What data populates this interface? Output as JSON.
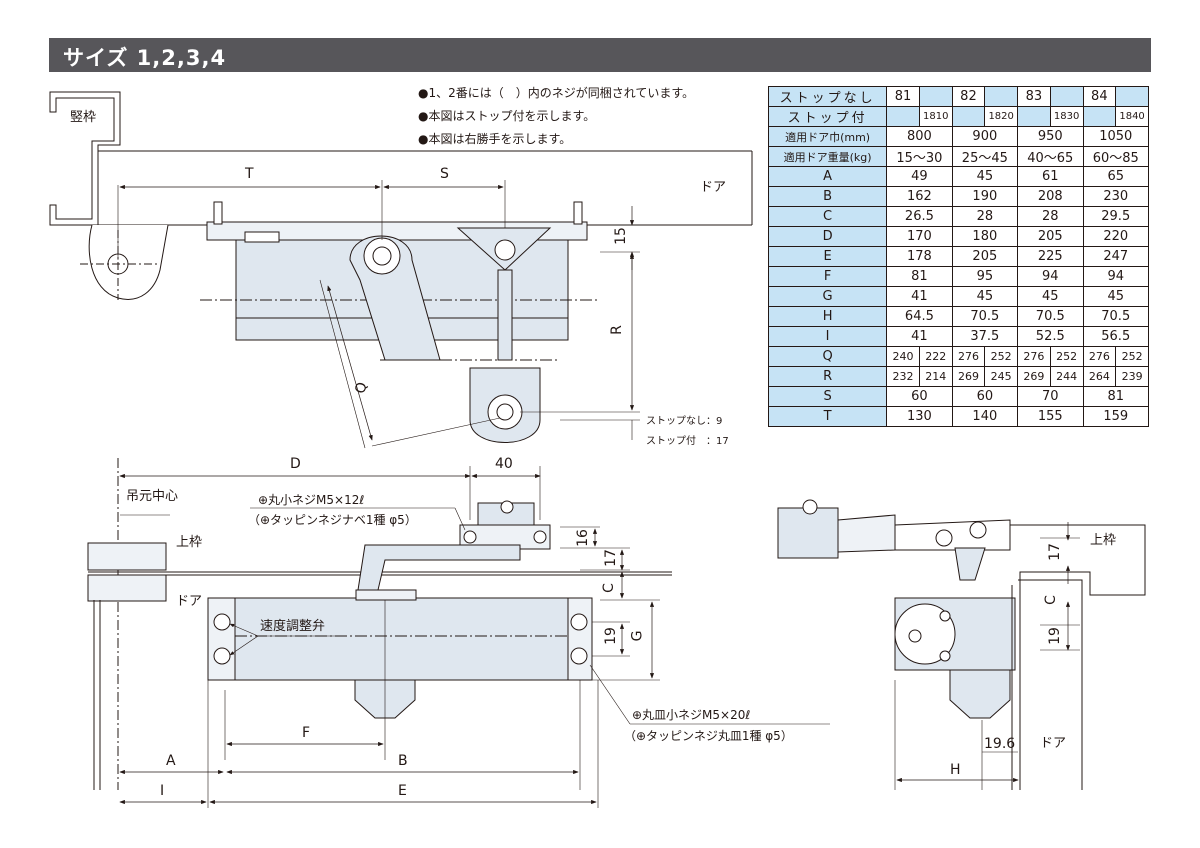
{
  "header": {
    "title": "サイズ 1,2,3,4"
  },
  "notes": [
    "●1、2番には（　）内のネジが同梱されています。",
    "●本図はストップ付を示します。",
    "●本図は右勝手を示します。"
  ],
  "table": {
    "row_stopless": {
      "label": "ストップなし",
      "values": [
        "81",
        "82",
        "83",
        "84"
      ]
    },
    "row_stop": {
      "label": "ストップ付",
      "values": [
        "1810",
        "1820",
        "1830",
        "1840"
      ]
    },
    "rows": [
      {
        "label": "適用ドア巾(mm)",
        "values": [
          "800",
          "900",
          "950",
          "1050"
        ]
      },
      {
        "label": "適用ドア重量(kg)",
        "values": [
          "15～30",
          "25～45",
          "40～65",
          "60～85"
        ]
      },
      {
        "label": "A",
        "values": [
          "49",
          "45",
          "61",
          "65"
        ]
      },
      {
        "label": "B",
        "values": [
          "162",
          "190",
          "208",
          "230"
        ]
      },
      {
        "label": "C",
        "values": [
          "26.5",
          "28",
          "28",
          "29.5"
        ]
      },
      {
        "label": "D",
        "values": [
          "170",
          "180",
          "205",
          "220"
        ]
      },
      {
        "label": "E",
        "values": [
          "178",
          "205",
          "225",
          "247"
        ]
      },
      {
        "label": "F",
        "values": [
          "81",
          "95",
          "94",
          "94"
        ]
      },
      {
        "label": "G",
        "values": [
          "41",
          "45",
          "45",
          "45"
        ]
      },
      {
        "label": "H",
        "values": [
          "64.5",
          "70.5",
          "70.5",
          "70.5"
        ]
      },
      {
        "label": "I",
        "values": [
          "41",
          "37.5",
          "52.5",
          "56.5"
        ]
      }
    ],
    "rows_split": [
      {
        "label": "Q",
        "values": [
          "240",
          "222",
          "276",
          "252",
          "276",
          "252",
          "276",
          "252"
        ]
      },
      {
        "label": "R",
        "values": [
          "232",
          "214",
          "269",
          "245",
          "269",
          "244",
          "264",
          "239"
        ]
      }
    ],
    "rows_end": [
      {
        "label": "S",
        "values": [
          "60",
          "60",
          "70",
          "81"
        ]
      },
      {
        "label": "T",
        "values": [
          "130",
          "140",
          "155",
          "159"
        ]
      }
    ]
  },
  "top_view": {
    "frame_label": "竪枠",
    "door_label": "ドア",
    "T": "T",
    "S": "S",
    "R": "R",
    "Q": "Q",
    "dim_15": "15",
    "stop_none": "ストップなし：9",
    "stop_with": "ストップ付　：17"
  },
  "front_view": {
    "D": "D",
    "dim_40": "40",
    "pivot_center": "吊元中心",
    "top_frame": "上枠",
    "door": "ドア",
    "screw1": "⊕丸小ネジM5×12ℓ",
    "screw1_alt": "（⊕タッピンネジナベ1種 φ5）",
    "dim_16": "16",
    "dim_17": "17",
    "C": "C",
    "dim_19": "19",
    "G": "G",
    "valve": "速度調整弁",
    "screw2": "⊕丸皿小ネジM5×20ℓ",
    "screw2_alt": "（⊕タッピンネジ丸皿1種 φ5）",
    "F": "F",
    "A": "A",
    "B": "B",
    "I": "I",
    "E": "E"
  },
  "side_view": {
    "dim_17": "17",
    "top_frame": "上枠",
    "C": "C",
    "dim_19": "19",
    "dim_19_6": "19.6",
    "door": "ドア",
    "H": "H"
  },
  "colors": {
    "header_bg": "#57565a",
    "table_fill": "#c6e3f5",
    "line": "#231815",
    "body_fill": "#dfe7ef"
  }
}
